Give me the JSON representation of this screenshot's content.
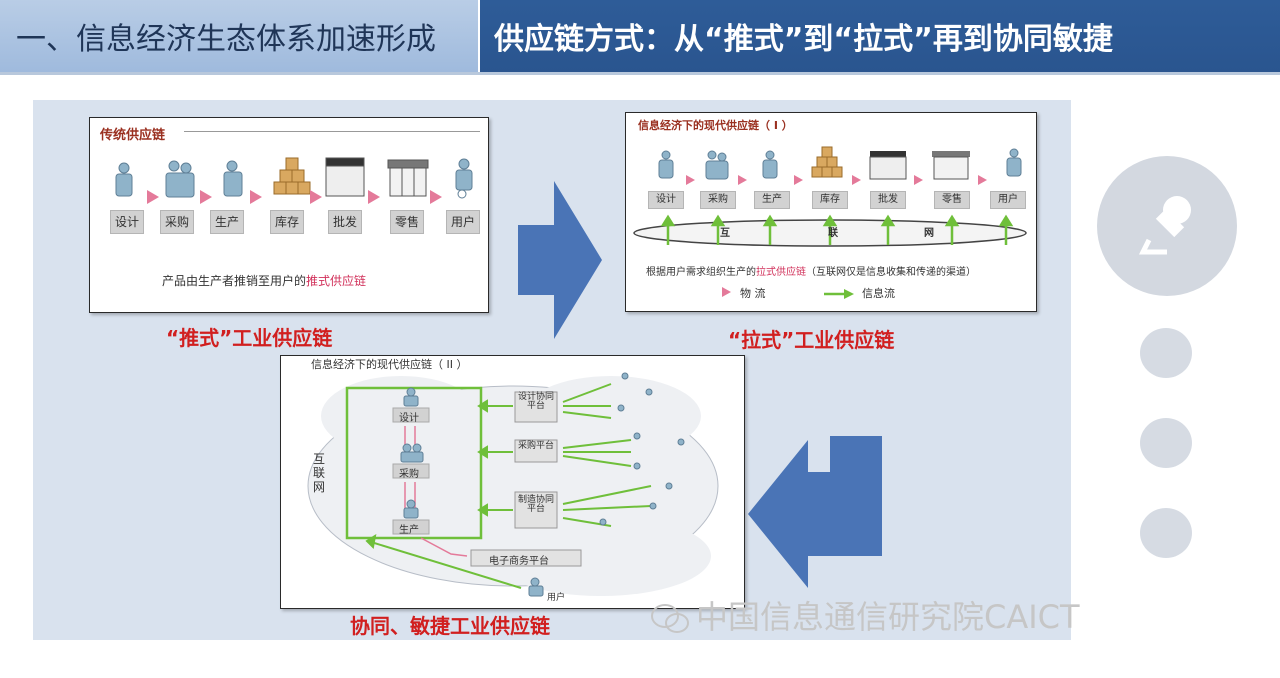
{
  "header": {
    "left_title": "一、信息经济生态体系加速形成",
    "right_title": "供应链方式：从“推式”到“拉式”再到协同敏捷"
  },
  "push_panel": {
    "title": "传统供应链",
    "steps": [
      "设计",
      "采购",
      "生产",
      "库存",
      "批发",
      "零售",
      "用户"
    ],
    "note_prefix": "产品由生产者推销至用户的",
    "note_highlight": "推式供应链"
  },
  "pull_panel": {
    "title": "信息经济下的现代供应链（ I ）",
    "steps": [
      "设计",
      "采购",
      "生产",
      "库存",
      "批发",
      "零售",
      "用户"
    ],
    "cloud_words": [
      "互",
      "联",
      "网"
    ],
    "note_prefix": "根据用户需求组织生产的",
    "note_highlight": "拉式供应链",
    "note_suffix": "（互联网仅是信息收集和传递的渠道）",
    "legend_logistics": "物  流",
    "legend_info": "信息流"
  },
  "collab_panel": {
    "title": "信息经济下的现代供应链（ II ）",
    "internet_label": "互联网",
    "left_steps": [
      "设计",
      "采购",
      "生产"
    ],
    "platforms": [
      "设计协同平台",
      "采购平台",
      "制造协同平台"
    ],
    "ecommerce": "电子商务平台",
    "user": "用户"
  },
  "captions": {
    "push": "“推式”工业供应链",
    "pull": "“拉式”工业供应链",
    "collab": "协同、敏捷工业供应链"
  },
  "watermark": "中国信息通信研究院CAICT",
  "icons": [
    "microphone-icon",
    "wechat-icon"
  ],
  "colors": {
    "header_left_bg": "#b9cde6",
    "header_right_bg": "#2e5c98",
    "canvas_bg": "#d9e2ee",
    "big_arrow": "#4a74b6",
    "caption_red": "#d11f1f",
    "info_flow_green": "#6fbf3a",
    "logistics_pink": "#e47a9a"
  }
}
